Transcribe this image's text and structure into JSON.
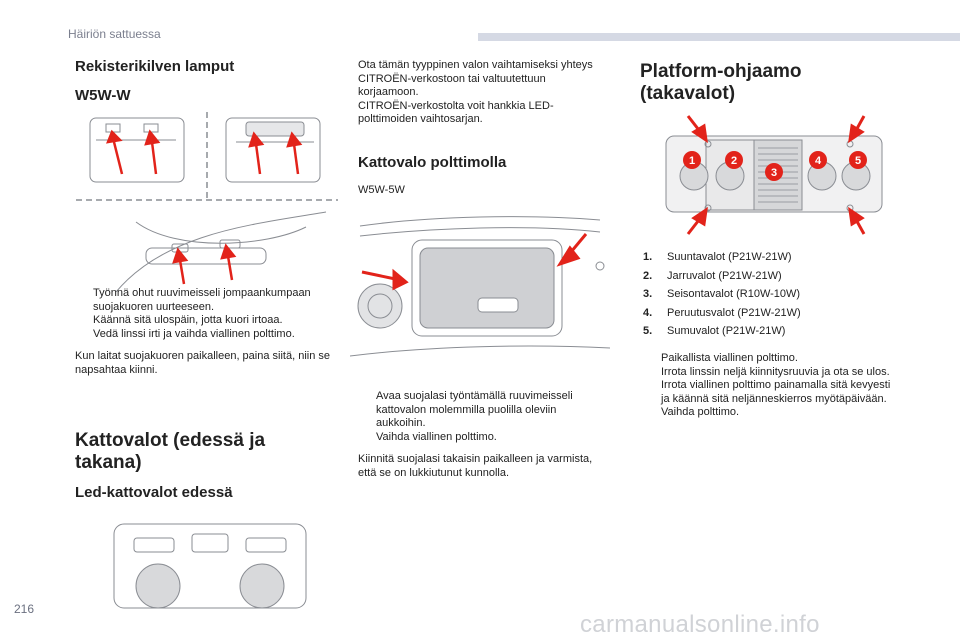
{
  "header": {
    "section_title": "Häiriön sattuessa"
  },
  "left": {
    "heading_plate": "Rekisterikilven lamput",
    "subheading_w5w": "W5W-W",
    "steps": [
      "Työnnä ohut ruuvimeisseli jompaankumpaan suojakuoren uurteeseen.",
      "Käännä sitä ulospäin, jotta kuori irtoaa.",
      "Vedä linssi irti ja vaihda viallinen polttimo."
    ],
    "refit_text": "Kun laitat suojakuoren paikalleen, paina siitä, niin se napsahtaa kiinni.",
    "heading_ceiling": "Kattovalot (edessä ja takana)",
    "heading_led": "Led-kattovalot edessä"
  },
  "middle": {
    "intro_text": "Ota tämän tyyppinen valon vaihtamiseksi yhteys CITROËN-verkostoon tai valtuutettuun korjaamoon.\nCITROËN-verkostolta voit hankkia LED-polttimoiden vaihtosarjan.",
    "heading_bulb": "Kattovalo polttimolla",
    "bulb_type": "W5W-5W",
    "steps": [
      "Avaa suojalasi työntämällä ruuvimeisseli kattovalon molemmilla puolilla oleviin aukkoihin.",
      "Vaihda viallinen polttimo."
    ],
    "refit_text": "Kiinnitä suojalasi takaisin paikalleen ja varmista, että se on lukkiutunut kunnolla."
  },
  "right": {
    "heading": "Platform-ohjaamo (takavalot)",
    "lamp_badges": [
      "1",
      "2",
      "3",
      "4",
      "5"
    ],
    "lamp_list": [
      {
        "num": "1.",
        "label": "Suuntavalot (P21W-21W)"
      },
      {
        "num": "2.",
        "label": "Jarruvalot (P21W-21W)"
      },
      {
        "num": "3.",
        "label": "Seisontavalot (R10W-10W)"
      },
      {
        "num": "4.",
        "label": "Peruutusvalot (P21W-21W)"
      },
      {
        "num": "5.",
        "label": "Sumuvalot (P21W-21W)"
      }
    ],
    "steps": [
      "Paikallista viallinen polttimo.",
      "Irrota linssin neljä kiinnitysruuvia ja ota se ulos.",
      "Irrota viallinen polttimo painamalla sitä kevyesti ja käännä sitä neljänneskierros myötäpäivään.",
      "Vaihda polttimo."
    ]
  },
  "footer": {
    "page_number": "216",
    "watermark": "carmanualsonline.info"
  },
  "bullet_marker": "",
  "colors": {
    "arrow_red": "#e2231a",
    "badge_red": "#e2231a",
    "header_bar": "#d5d9e4",
    "line_gray": "#8a8d93"
  }
}
